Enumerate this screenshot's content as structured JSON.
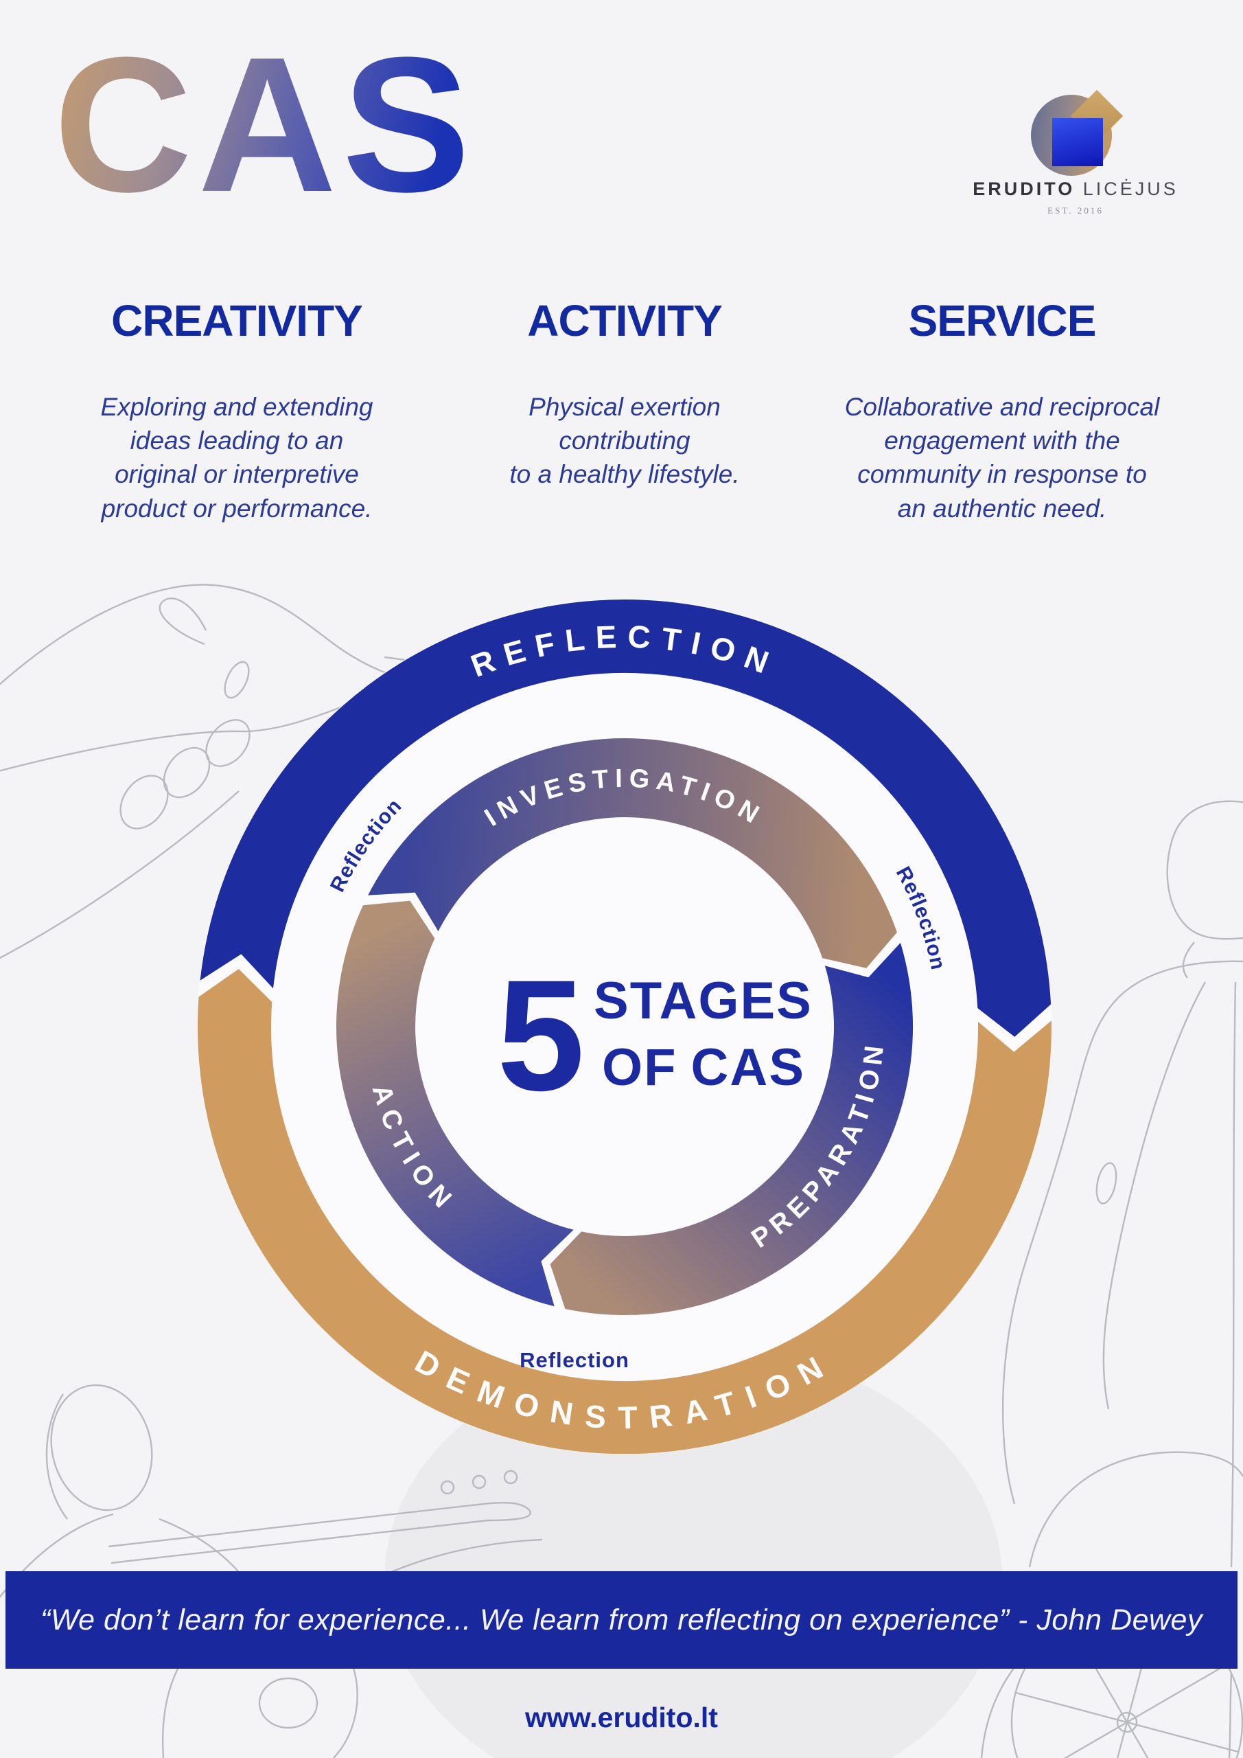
{
  "poster": {
    "title": "CAS"
  },
  "logo": {
    "name_primary": "ERUDITO",
    "name_secondary": "LICĖJUS",
    "established": "EST. 2016"
  },
  "pillars": [
    {
      "title": "CREATIVITY",
      "description": "Exploring and extending\nideas leading to an\noriginal or interpretive\nproduct or performance."
    },
    {
      "title": "ACTIVITY",
      "description": "Physical exertion\ncontributing\nto a healthy lifestyle."
    },
    {
      "title": "SERVICE",
      "description": "Collaborative and reciprocal\nengagement with the\ncommunity in response to\nan authentic need."
    }
  ],
  "diagram": {
    "center": {
      "number": "5",
      "word1": "STAGES",
      "word2": "OF",
      "word3": "CAS"
    },
    "outer": [
      {
        "label": "REFLECTION"
      },
      {
        "label": "DEMONSTRATION"
      }
    ],
    "inner": [
      {
        "label": "INVESTIGATION"
      },
      {
        "label": "PREPARATION"
      },
      {
        "label": "ACTION"
      }
    ],
    "gap_labels": {
      "left": "Reflection",
      "right": "Reflection",
      "bottom": "Reflection"
    }
  },
  "quote": {
    "text": "“We don’t learn for experience... We learn from reflecting on experience” - John Dewey"
  },
  "footer": {
    "website": "www.erudito.lt"
  },
  "palette": {
    "blue": "#1d2c9e",
    "tan": "#cf9b5e",
    "text_blue": "#15289e",
    "background": "#f4f4f6",
    "line_art": "#b3b4ba",
    "white": "#fdfdfe"
  }
}
